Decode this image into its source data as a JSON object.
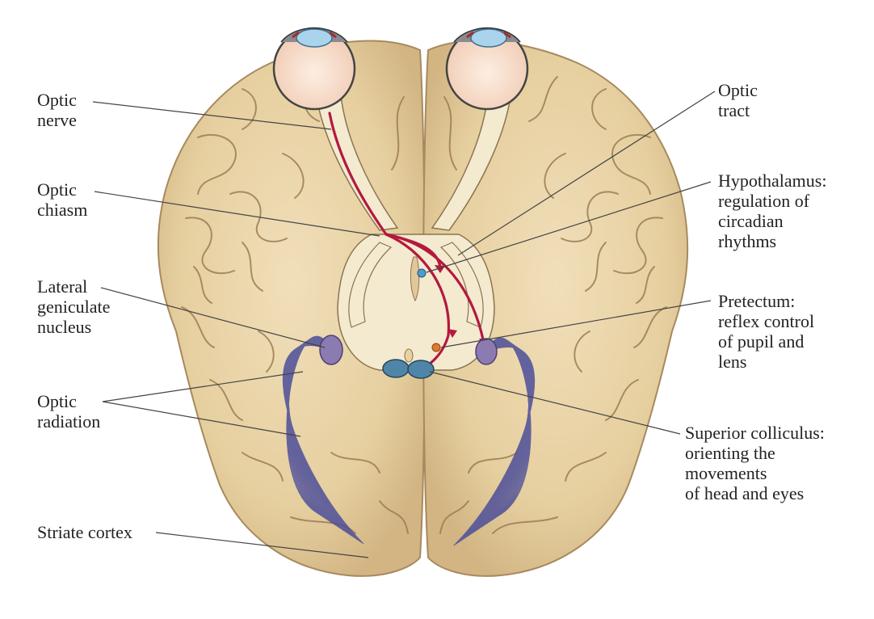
{
  "labels": {
    "optic_nerve": [
      "Optic",
      "nerve"
    ],
    "optic_chiasm": [
      "Optic",
      "chiasm"
    ],
    "lateral_geniculate": [
      "Lateral",
      "geniculate",
      "nucleus"
    ],
    "optic_radiation": [
      "Optic",
      "radiation"
    ],
    "striate_cortex": [
      "Striate cortex"
    ],
    "optic_tract": [
      "Optic",
      "tract"
    ],
    "hypothalamus": [
      "Hypothalamus:",
      "regulation of",
      "circadian",
      "rhythms"
    ],
    "pretectum": [
      "Pretectum:",
      "reflex control",
      "of pupil and",
      "lens"
    ],
    "superior_colliculus": [
      "Superior colliculus:",
      "orienting the",
      "movements",
      "of head and eyes"
    ]
  },
  "colors": {
    "brain": "#e9d3a6",
    "brain_shadow": "#c9ad7c",
    "fold": "#9c7e52",
    "pathway": "#f4ead0",
    "eyeball": "#fbe6d6",
    "cornea": "#a9d4ec",
    "red_pathway": "#b3193f",
    "radiation": "#4d4f9a",
    "lgn": "#8c7bb0",
    "colliculus": "#4f86a8",
    "leader": "#444444"
  }
}
